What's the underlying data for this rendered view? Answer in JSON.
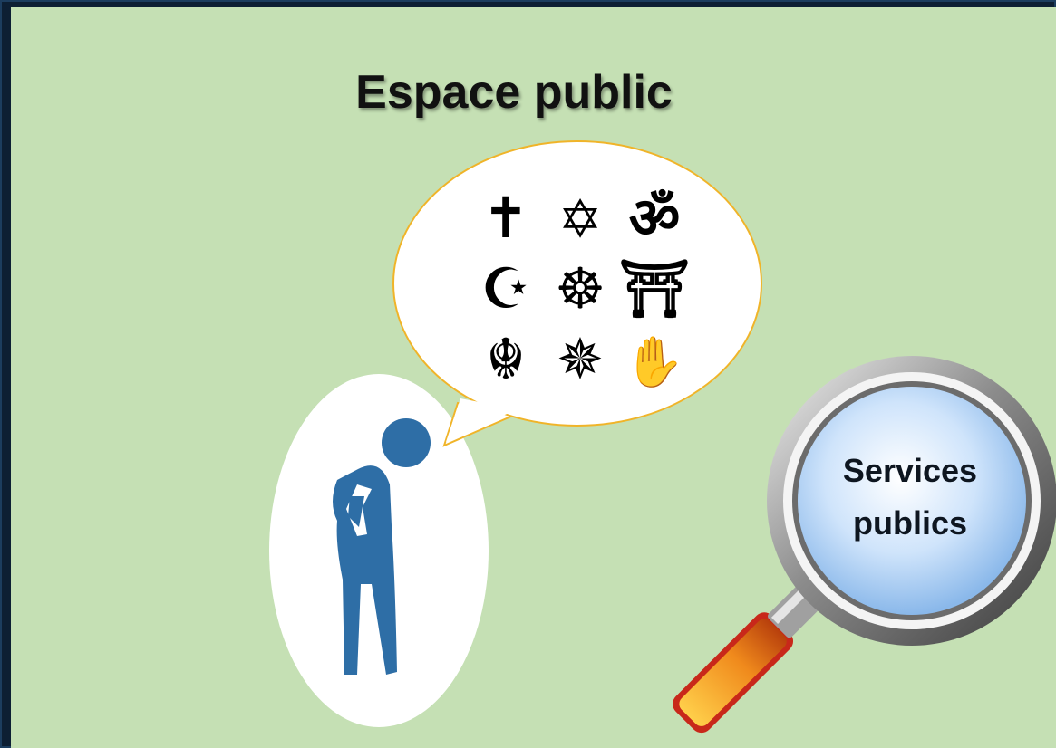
{
  "title": "Espace public",
  "magnifier": {
    "line1": "Services",
    "line2": "publics"
  },
  "religious_symbols": [
    {
      "name": "christian-cross",
      "glyph": "✝"
    },
    {
      "name": "star-of-david",
      "glyph": "✡"
    },
    {
      "name": "om",
      "glyph": "ॐ"
    },
    {
      "name": "star-and-crescent",
      "glyph": "☪"
    },
    {
      "name": "dharma-wheel",
      "glyph": "☸"
    },
    {
      "name": "torii",
      "glyph": "⛩"
    },
    {
      "name": "khanda",
      "glyph": "☬"
    },
    {
      "name": "bahai-star",
      "glyph": "✵"
    },
    {
      "name": "jain-hand",
      "glyph": "✋"
    }
  ],
  "colors": {
    "background": "#c5e0b4",
    "frame": "#0d1f33",
    "person": "#2e6ea6",
    "bubble_border": "#f0b429",
    "lens": "#bcd9f7",
    "handle": "#e8701a"
  }
}
